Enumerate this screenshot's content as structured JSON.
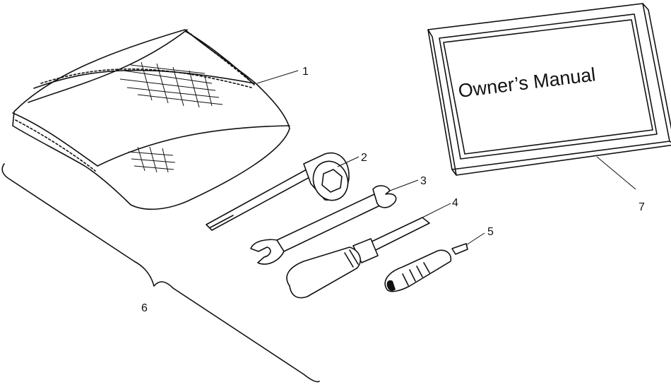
{
  "diagram": {
    "manual_cover_text": "Owner’s Manual",
    "callouts": {
      "pouch": "1",
      "socket_wrench": "2",
      "open_end_wrench": "3",
      "screwdriver": "4",
      "small_screwdriver": "5",
      "tool_kit_group": "6",
      "owners_manual": "7"
    }
  }
}
